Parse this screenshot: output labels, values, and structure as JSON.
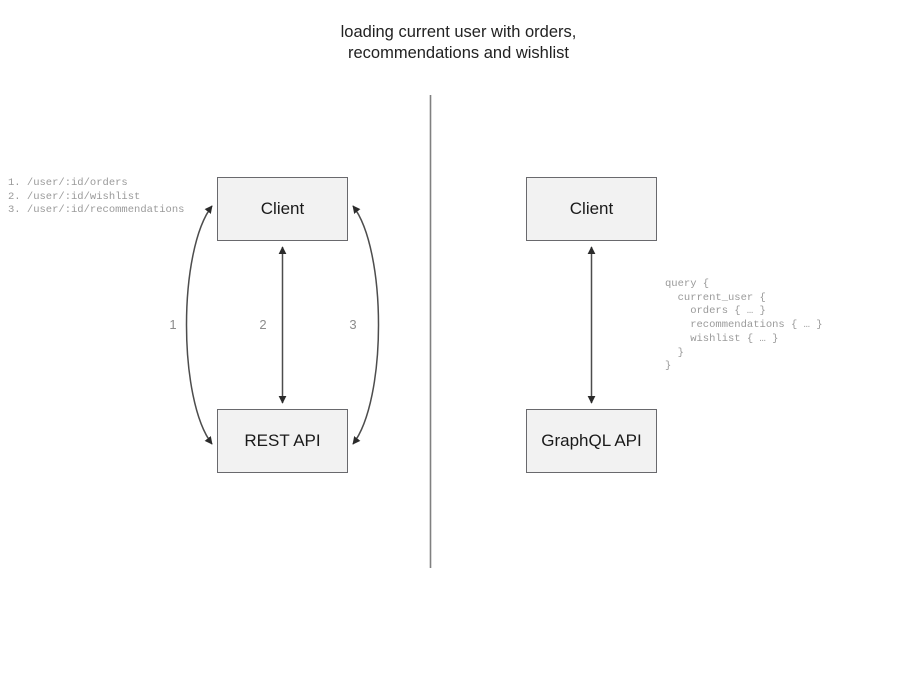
{
  "title": "loading current user with orders,\nrecommendations and wishlist",
  "rest_side": {
    "client_label": "Client",
    "api_label": "REST API",
    "endpoints": "1. /user/:id/orders\n2. /user/:id/wishlist\n3. /user/:id/recommendations",
    "edge_labels": {
      "one": "1",
      "two": "2",
      "three": "3"
    }
  },
  "graphql_side": {
    "client_label": "Client",
    "api_label": "GraphQL API",
    "query": "query {\n  current_user {\n    orders { … }\n    recommendations { … }\n    wishlist { … }\n  }\n}"
  },
  "colors": {
    "box_fill": "#f2f2f2",
    "box_border": "#69696d",
    "edge_stroke": "#4d4d4d",
    "divider": "#808080",
    "code_text": "#9a9a9a",
    "title_text": "#222222",
    "label_text": "#8c8c8c"
  }
}
